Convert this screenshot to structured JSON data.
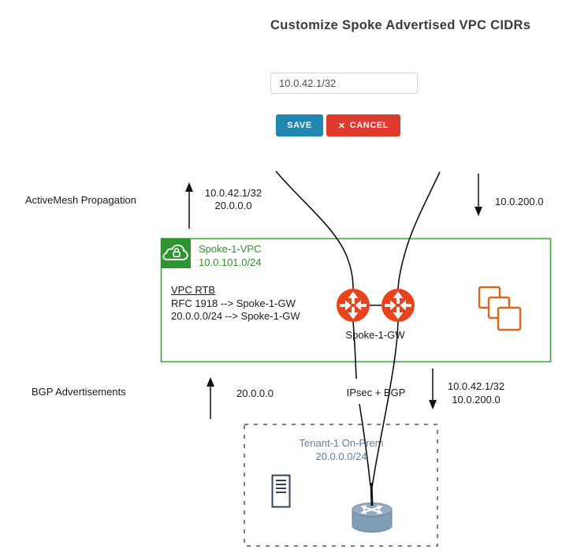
{
  "dialog": {
    "title": "Customize Spoke Advertised VPC CIDRs",
    "cidr_value": "10.0.42.1/32",
    "save_label": "SAVE",
    "cancel_icon": "✕",
    "cancel_label": "CANCEL"
  },
  "flows": {
    "activemesh_title": "ActiveMesh Propagation",
    "bgp_title": "BGP Advertisements",
    "to_spoke_line1": "10.0.42.1/32",
    "to_spoke_line2": "20.0.0.0",
    "from_spoke_value": "10.0.200.0",
    "bgp_to_spoke_value": "20.0.0.0",
    "tunnel_label": "IPsec + BGP",
    "to_onprem_line1": "10.0.42.1/32",
    "to_onprem_line2": "10.0.200.0"
  },
  "vpc": {
    "name": "Spoke-1-VPC",
    "cidr": "10.0.101.0/24",
    "rtb_title": "VPC RTB",
    "rtb_rule1": "RFC 1918 --> Spoke-1-GW",
    "rtb_rule2": "20.0.0.0/24 --> Spoke-1-GW",
    "gateway_label": "Spoke-1-GW"
  },
  "onprem": {
    "name": "Tenant-1 On-Prem",
    "cidr": "20.0.0.0/24"
  },
  "colors": {
    "save_button": "#2287B0",
    "cancel_button": "#E0392F",
    "vpc_green": "#2E9430",
    "vpc_border_green": "#4BA54B",
    "gateway_orange": "#E8431C",
    "instances_orange": "#D9671C",
    "onprem_blue": "#5B80A5",
    "onprem_border": "#6F80A2"
  }
}
